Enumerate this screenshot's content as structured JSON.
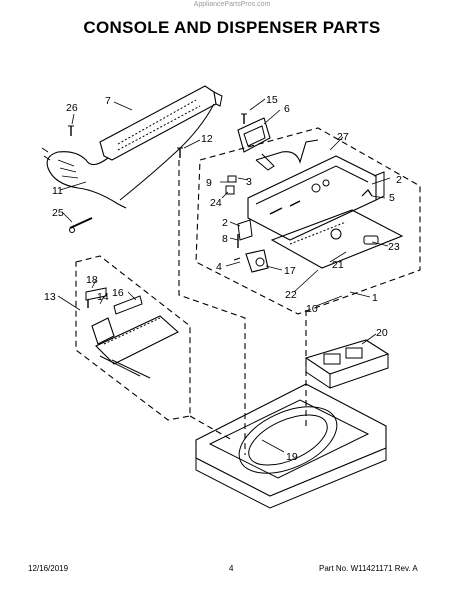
{
  "watermark": "AppliancePartsPros.com",
  "title": "CONSOLE AND DISPENSER PARTS",
  "callouts": [
    "26",
    "7",
    "15",
    "6",
    "12",
    "27",
    "2",
    "5",
    "11",
    "9",
    "24",
    "3",
    "25",
    "2",
    "8",
    "4",
    "17",
    "23",
    "21",
    "22",
    "10",
    "1",
    "18",
    "13",
    "14",
    "16",
    "20",
    "19"
  ],
  "footer": {
    "date": "12/16/2019",
    "page": "4",
    "part_number": "Part No. W11421171  Rev. A"
  }
}
